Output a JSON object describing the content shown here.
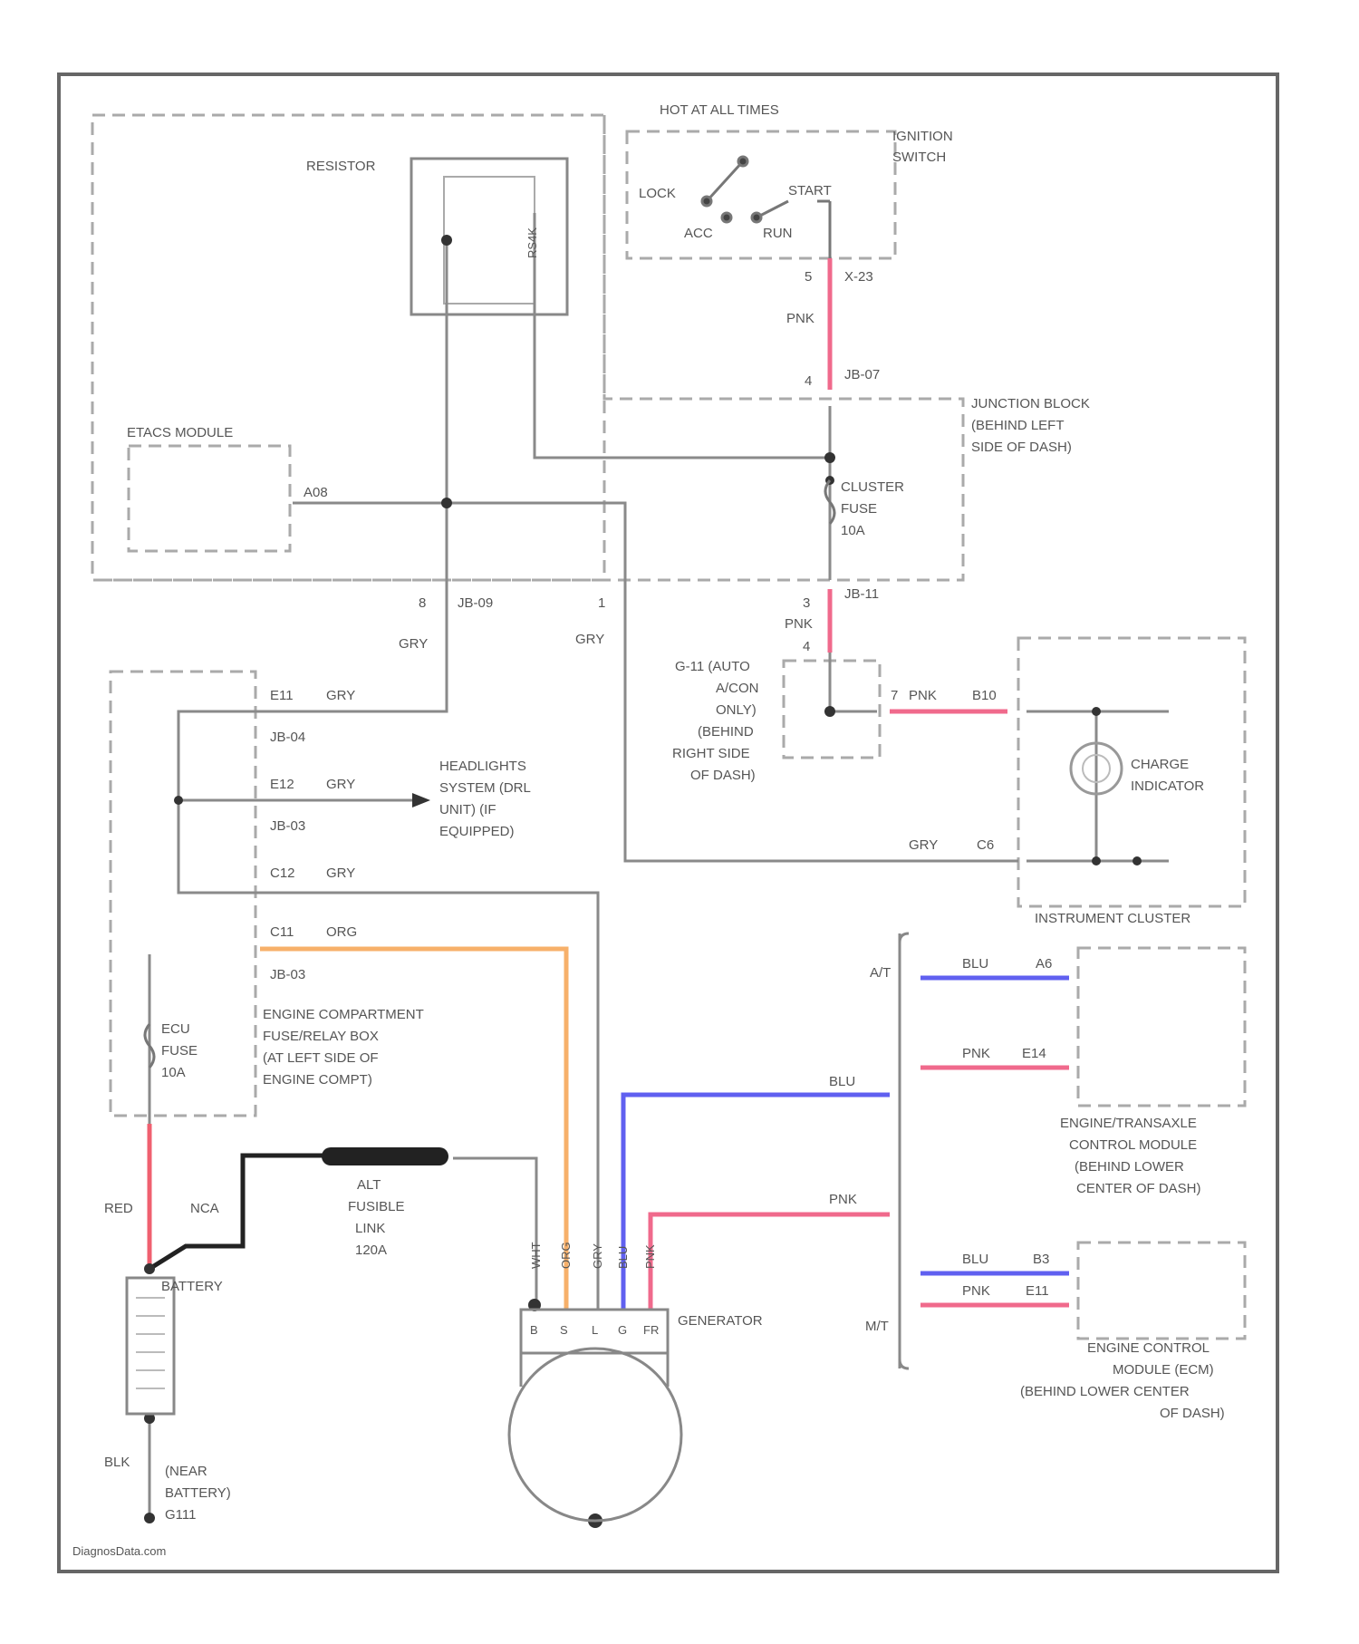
{
  "labels": {
    "hot_at_all_times": "HOT AT ALL TIMES",
    "ignition_switch_1": "IGNITION",
    "ignition_switch_2": "SWITCH",
    "lock": "LOCK",
    "acc": "ACC",
    "run": "RUN",
    "start": "START",
    "resistor": "RESISTOR",
    "resistor_value": "RS4K",
    "etacs_module": "ETACS MODULE",
    "a08": "A08",
    "pnk_1": "PNK",
    "pin_5": "5",
    "x23": "X-23",
    "pin_4": "4",
    "jb07": "JB-07",
    "junction_block_1": "JUNCTION BLOCK",
    "junction_block_2": "(BEHIND LEFT",
    "junction_block_3": "SIDE OF DASH)",
    "cluster_fuse_1": "CLUSTER",
    "cluster_fuse_2": "FUSE",
    "cluster_fuse_3": "10A",
    "pin_8": "8",
    "jb09": "JB-09",
    "pin_1": "1",
    "jb11": "JB-11",
    "gry_1": "GRY",
    "gry_2": "GRY",
    "pnk_2": "PNK",
    "pin_3": "3",
    "pin_4b": "4",
    "relay_1": "G-11 (AUTO",
    "relay_2": "A/CON",
    "relay_3": "ONLY)",
    "relay_4": "(BEHIND",
    "relay_5": "RIGHT SIDE",
    "relay_6": "OF DASH)",
    "pin_7": "7",
    "pnk_3": "PNK",
    "b10": "B10",
    "charge_indicator_1": "CHARGE",
    "charge_indicator_2": "INDICATOR",
    "gry_3": "GRY",
    "c6": "C6",
    "instrument_cluster": "INSTRUMENT CLUSTER",
    "e11": "E11",
    "gry_4": "GRY",
    "jb04": "JB-04",
    "e12": "E12",
    "gry_5": "GRY",
    "jb03": "JB-03",
    "headlights_1": "HEADLIGHTS",
    "headlights_2": "SYSTEM (DRL",
    "headlights_3": "UNIT) (IF",
    "headlights_4": "EQUIPPED)",
    "c12": "C12",
    "gry_6": "GRY",
    "c11": "C11",
    "org": "ORG",
    "jb03b": "JB-03",
    "ecu_fuse_1": "ECU",
    "ecu_fuse_2": "FUSE",
    "ecu_fuse_3": "10A",
    "engine_box_1": "ENGINE COMPARTMENT",
    "engine_box_2": "FUSE/RELAY BOX",
    "engine_box_3": "(AT LEFT SIDE OF",
    "engine_box_4": "ENGINE COMPT)",
    "at": "A/T",
    "mt": "M/T",
    "blu_1": "BLU",
    "a6": "A6",
    "pnk_4": "PNK",
    "e14": "E14",
    "blu_2": "BLU",
    "pnk_5": "PNK",
    "etcm_1": "ENGINE/TRANSAXLE",
    "etcm_2": "CONTROL MODULE",
    "etcm_3": "(BEHIND LOWER",
    "etcm_4": "CENTER OF DASH)",
    "blu_3": "BLU",
    "b3": "B3",
    "pnk_6": "PNK",
    "e11b": "E11",
    "ecm_1": "ENGINE CONTROL",
    "ecm_2": "MODULE (ECM)",
    "ecm_3": "(BEHIND LOWER CENTER",
    "ecm_4": "OF DASH)",
    "red": "RED",
    "nca": "NCA",
    "alt_fuse_1": "ALT",
    "alt_fuse_2": "FUSIBLE",
    "alt_fuse_3": "LINK",
    "alt_fuse_4": "120A",
    "battery": "BATTERY",
    "generator": "GENERATOR",
    "gen_wire_b": "WHT",
    "gen_wire_s": "ORG",
    "gen_wire_l": "GRY",
    "gen_wire_g": "BLU",
    "gen_wire_fr": "PNK",
    "term_b": "B",
    "term_s": "S",
    "term_l": "L",
    "term_g": "G",
    "term_fr": "FR",
    "blk": "BLK",
    "ground_1": "(NEAR",
    "ground_2": "BATTERY)",
    "ground_3": "G111",
    "watermark": "DiagnosData.com"
  },
  "colors": {
    "pnk": "#f06a8c",
    "org": "#f7b06a",
    "blu": "#6060f0",
    "red": "#f06070",
    "blk": "#222222",
    "gry": "#c8c8c8",
    "line": "#777777",
    "dash": "#aaaaaa"
  }
}
